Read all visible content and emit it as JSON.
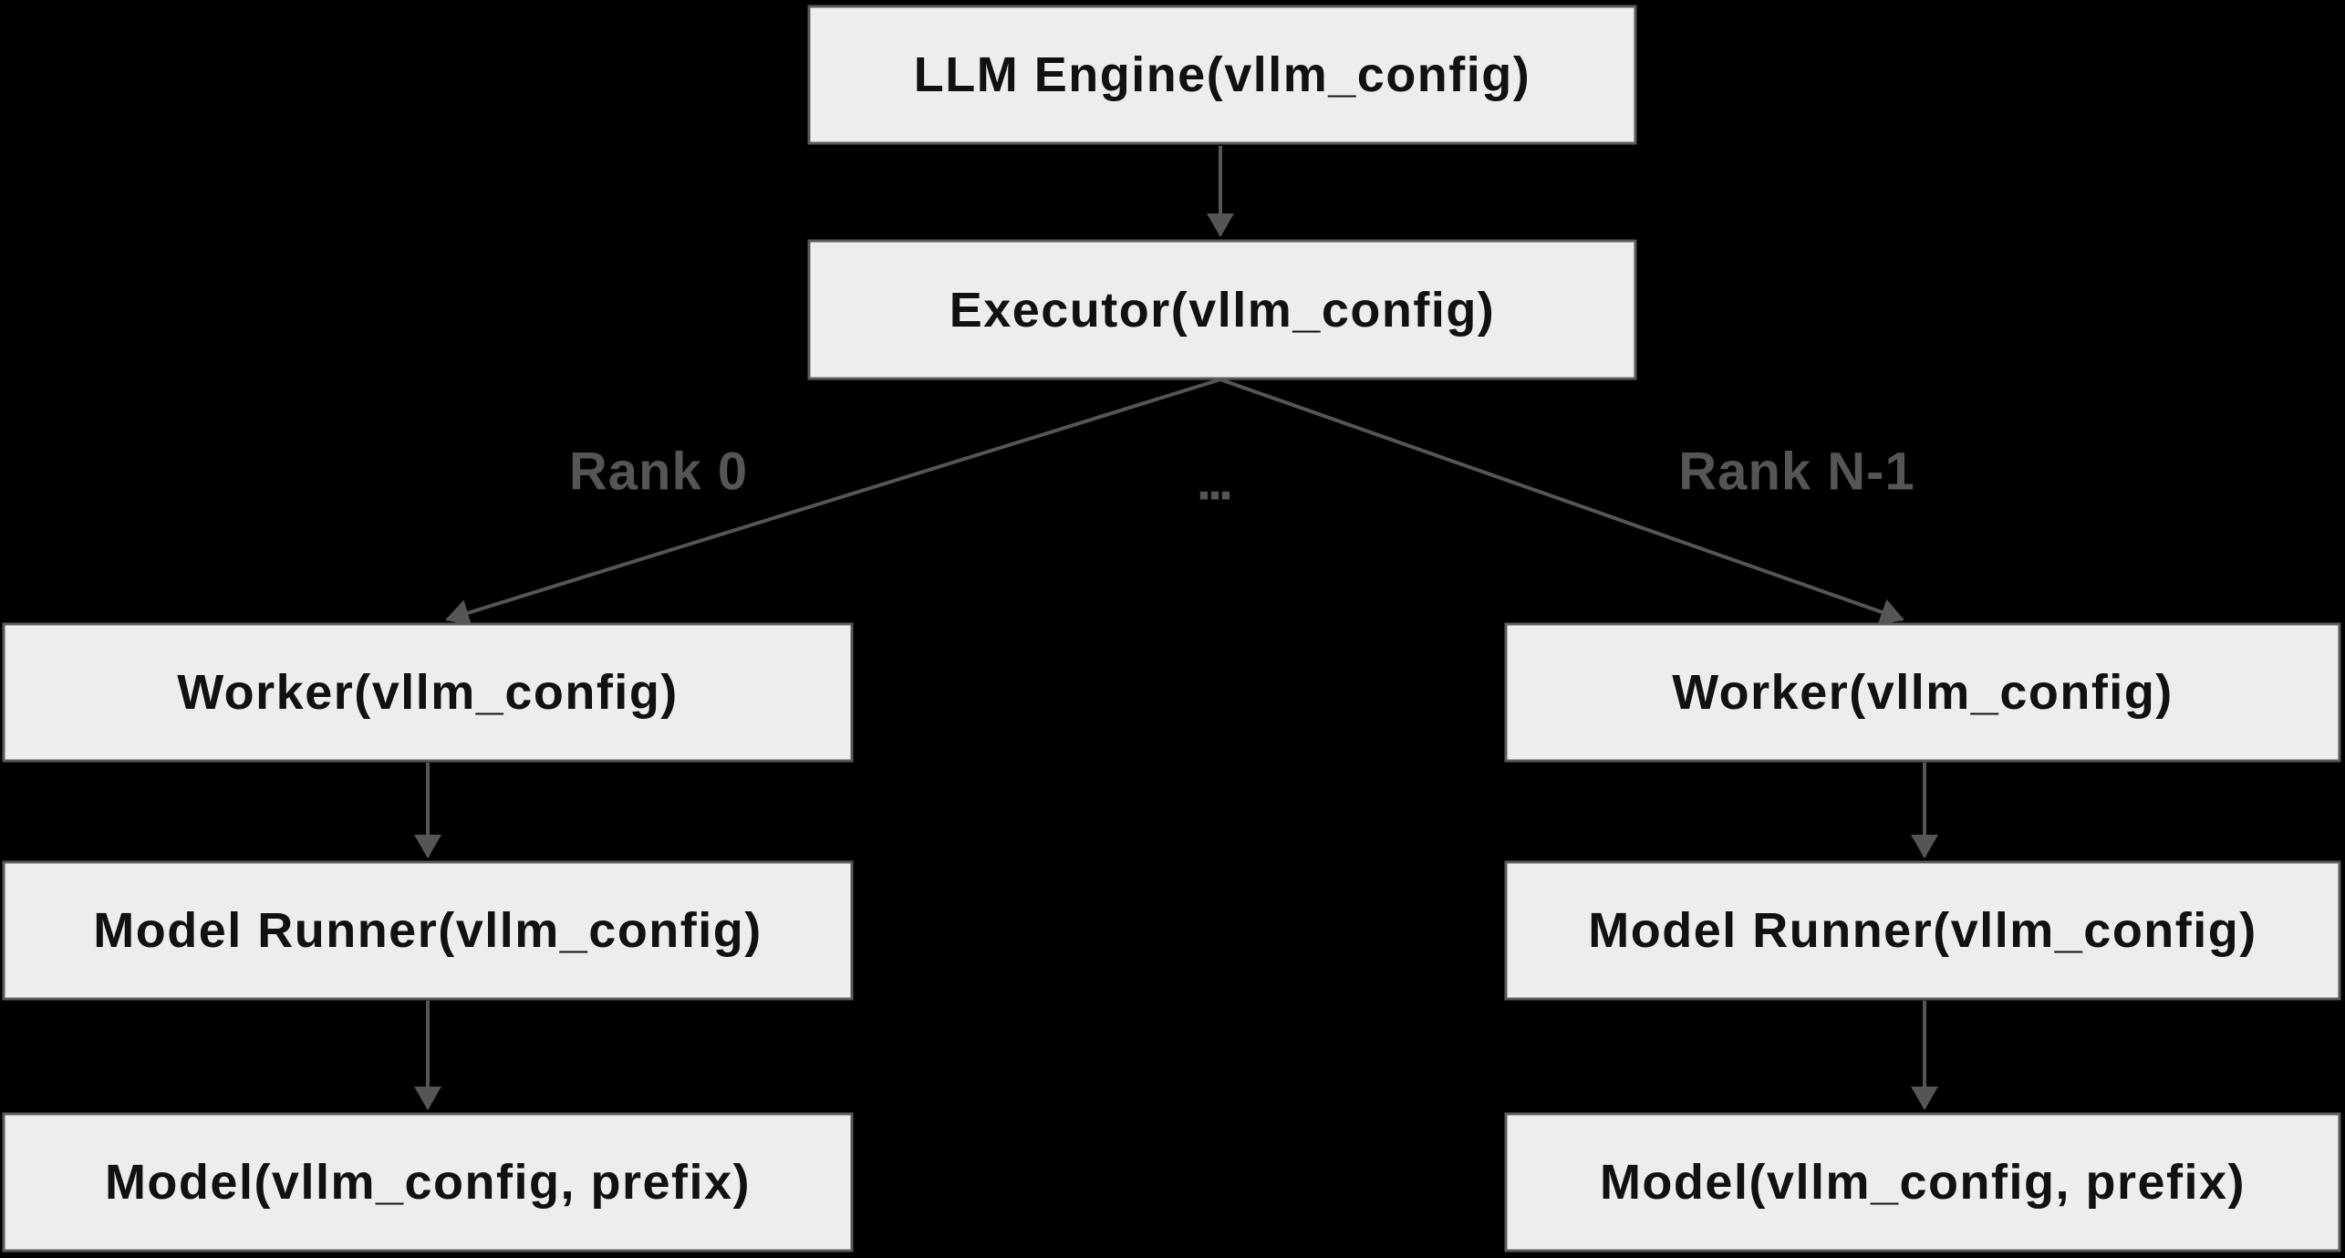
{
  "diagram": {
    "type": "flowchart",
    "colors": {
      "background": "#000000",
      "node_fill": "#ededed",
      "node_border": "#5a5a5a",
      "node_text": "#111111",
      "edge": "#555555",
      "edge_label": "#555555"
    },
    "nodes": {
      "llm_engine": {
        "label": "LLM Engine(vllm_config)"
      },
      "executor": {
        "label": "Executor(vllm_config)"
      },
      "worker_left": {
        "label": "Worker(vllm_config)"
      },
      "model_runner_left": {
        "label": "Model Runner(vllm_config)"
      },
      "model_left": {
        "label": "Model(vllm_config, prefix)"
      },
      "worker_right": {
        "label": "Worker(vllm_config)"
      },
      "model_runner_right": {
        "label": "Model Runner(vllm_config)"
      },
      "model_right": {
        "label": "Model(vllm_config, prefix)"
      }
    },
    "edge_labels": {
      "rank_0": "Rank 0",
      "ellipsis": "...",
      "rank_n_1": "Rank N-1"
    }
  }
}
